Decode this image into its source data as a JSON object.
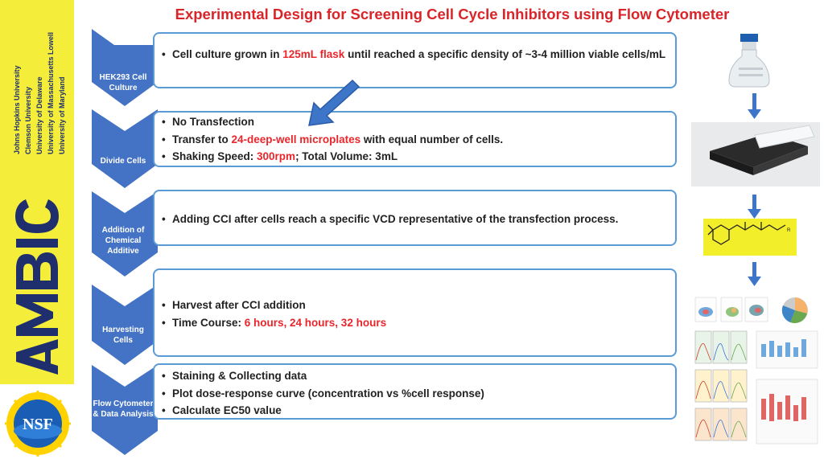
{
  "title": "Experimental Design for Screening Cell Cycle Inhibitors using Flow Cytometer",
  "sidebar": {
    "universities": [
      "Johns Hopkins University",
      "Clemson University",
      "University of Delaware",
      "University of Massachusetts Lowell",
      "University of Maryland"
    ],
    "logo_text": "AMBIC",
    "seal_text": "NSF"
  },
  "steps": [
    {
      "label": "HEK293 Cell Culture"
    },
    {
      "label": "Divide Cells"
    },
    {
      "label": "Addition of Chemical Additive"
    },
    {
      "label": "Harvesting Cells"
    },
    {
      "label": "Flow Cytometer & Data Analysis"
    }
  ],
  "boxes": [
    {
      "bullets": [
        {
          "pre": "Cell culture grown in ",
          "hl": "125mL flask",
          "post": " until reached a specific density of ~3-4 million viable cells/mL"
        }
      ]
    },
    {
      "bullets": [
        {
          "pre": "No Transfection",
          "hl": "",
          "post": ""
        },
        {
          "pre": "Transfer to ",
          "hl": "24-deep-well microplates",
          "post": " with equal number of cells."
        },
        {
          "pre": "Shaking Speed: ",
          "hl": "300rpm",
          "post": "; Total Volume: 3mL"
        }
      ]
    },
    {
      "bullets": [
        {
          "pre": "Adding CCI after cells reach a specific VCD representative of the transfection process.",
          "hl": "",
          "post": ""
        }
      ]
    },
    {
      "bullets": [
        {
          "pre": "Harvest after CCI addition",
          "hl": "",
          "post": ""
        },
        {
          "pre": "Time Course: ",
          "hl": "6 hours, 24 hours, 32 hours",
          "post": ""
        }
      ]
    },
    {
      "bullets": [
        {
          "pre": "Staining & Collecting data",
          "hl": "",
          "post": ""
        },
        {
          "pre": "Plot dose-response curve (concentration vs %cell response)",
          "hl": "",
          "post": ""
        },
        {
          "pre": "Calculate EC50 value",
          "hl": "",
          "post": ""
        }
      ]
    }
  ],
  "colors": {
    "accent": "#5b9bd5",
    "highlight": "#e8262b",
    "title": "#d9252a",
    "sidebar": "#f4ee3a",
    "arrow_blue": "#2e6cc0"
  },
  "icons": [
    "flask-image",
    "microplate-image",
    "chemical-structure-image",
    "flow-cytometry-plots-image",
    "down-arrow-icon"
  ]
}
